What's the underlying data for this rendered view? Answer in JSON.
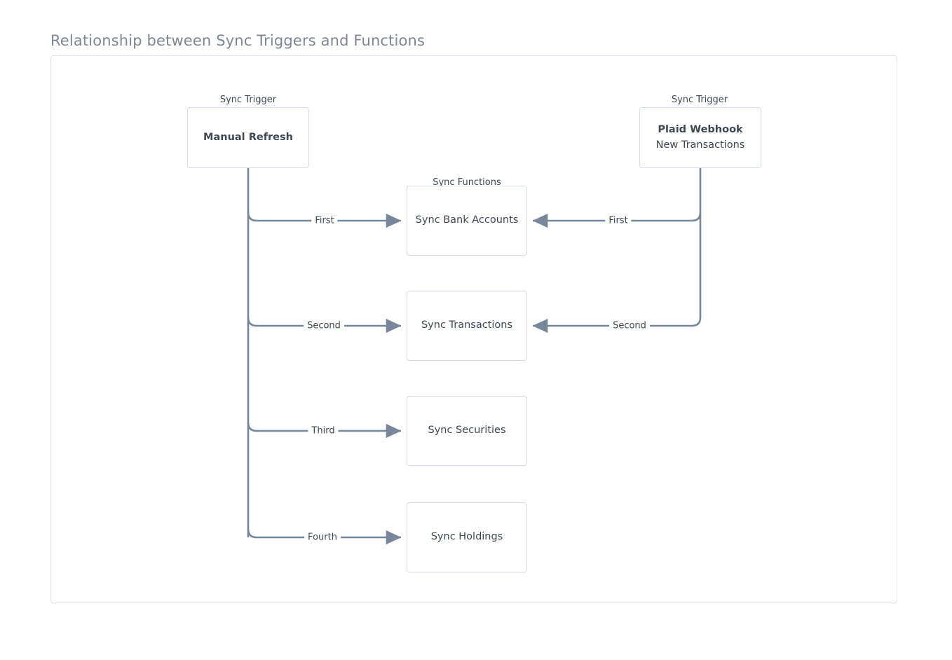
{
  "title": "Relationship between Sync Triggers and Functions",
  "theme": {
    "title_color": "#7b8794",
    "node_border": "#d3dce6",
    "panel_border": "#dbe3ec",
    "edge_color": "#77879b",
    "text_color": "#3d4852",
    "background": "#ffffff"
  },
  "groups": [
    {
      "id": "trigger-left",
      "label": "Sync Trigger"
    },
    {
      "id": "functions",
      "label": "Sync Functions"
    },
    {
      "id": "trigger-right",
      "label": "Sync Trigger"
    }
  ],
  "nodes": {
    "manual_refresh": {
      "title": "Manual Refresh",
      "subtitle": ""
    },
    "plaid_webhook": {
      "title": "Plaid Webhook",
      "subtitle": "New Transactions"
    },
    "sync_bank_accounts": {
      "title": "Sync Bank Accounts",
      "subtitle": ""
    },
    "sync_transactions": {
      "title": "Sync Transactions",
      "subtitle": ""
    },
    "sync_securities": {
      "title": "Sync Securities",
      "subtitle": ""
    },
    "sync_holdings": {
      "title": "Sync Holdings",
      "subtitle": ""
    }
  },
  "edges": [
    {
      "id": "left-first",
      "from": "manual_refresh",
      "to": "sync_bank_accounts",
      "label": "First"
    },
    {
      "id": "left-second",
      "from": "manual_refresh",
      "to": "sync_transactions",
      "label": "Second"
    },
    {
      "id": "left-third",
      "from": "manual_refresh",
      "to": "sync_securities",
      "label": "Third"
    },
    {
      "id": "left-fourth",
      "from": "manual_refresh",
      "to": "sync_holdings",
      "label": "Fourth"
    },
    {
      "id": "right-first",
      "from": "plaid_webhook",
      "to": "sync_bank_accounts",
      "label": "First"
    },
    {
      "id": "right-second",
      "from": "plaid_webhook",
      "to": "sync_transactions",
      "label": "Second"
    }
  ]
}
